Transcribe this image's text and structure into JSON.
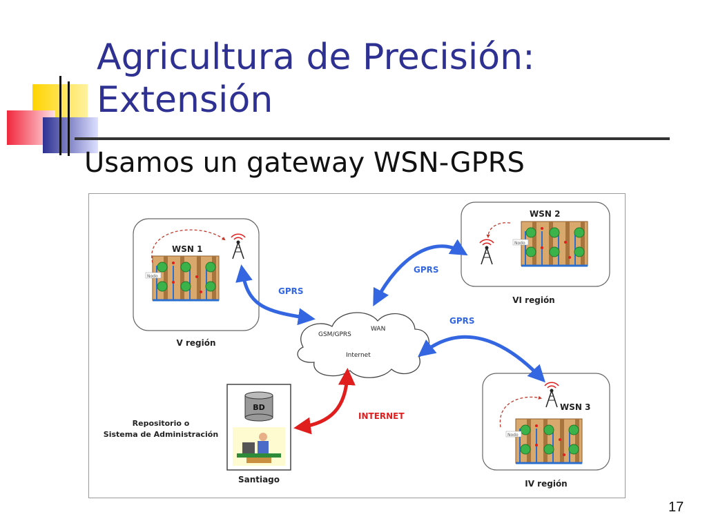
{
  "slide": {
    "title_line1": "Agricultura de Precisión:",
    "title_line2": "Extensión",
    "bullet": "Usamos un gateway WSN-GPRS",
    "page_number": "17"
  },
  "diagram": {
    "wsn1": {
      "label": "WSN 1",
      "region": "V región",
      "node_label": "Nodo"
    },
    "wsn2": {
      "label": "WSN 2",
      "region": "VI región",
      "node_label": "Nodo"
    },
    "wsn3": {
      "label": "WSN 3",
      "region": "IV región",
      "node_label": "Nodo"
    },
    "cloud": {
      "gsm": "GSM/GPRS",
      "wan": "WAN",
      "internet": "Internet"
    },
    "links": {
      "gprs1": "GPRS",
      "gprs2": "GPRS",
      "gprs3": "GPRS",
      "internet": "INTERNET"
    },
    "repository": {
      "line1": "Repositorio o",
      "line2": "Sistema de Administración",
      "db": "BD",
      "city": "Santiago"
    },
    "colors": {
      "title": "#2E3192",
      "gprs_arrow": "#3366E0",
      "internet_arrow": "#E01E1E"
    }
  }
}
